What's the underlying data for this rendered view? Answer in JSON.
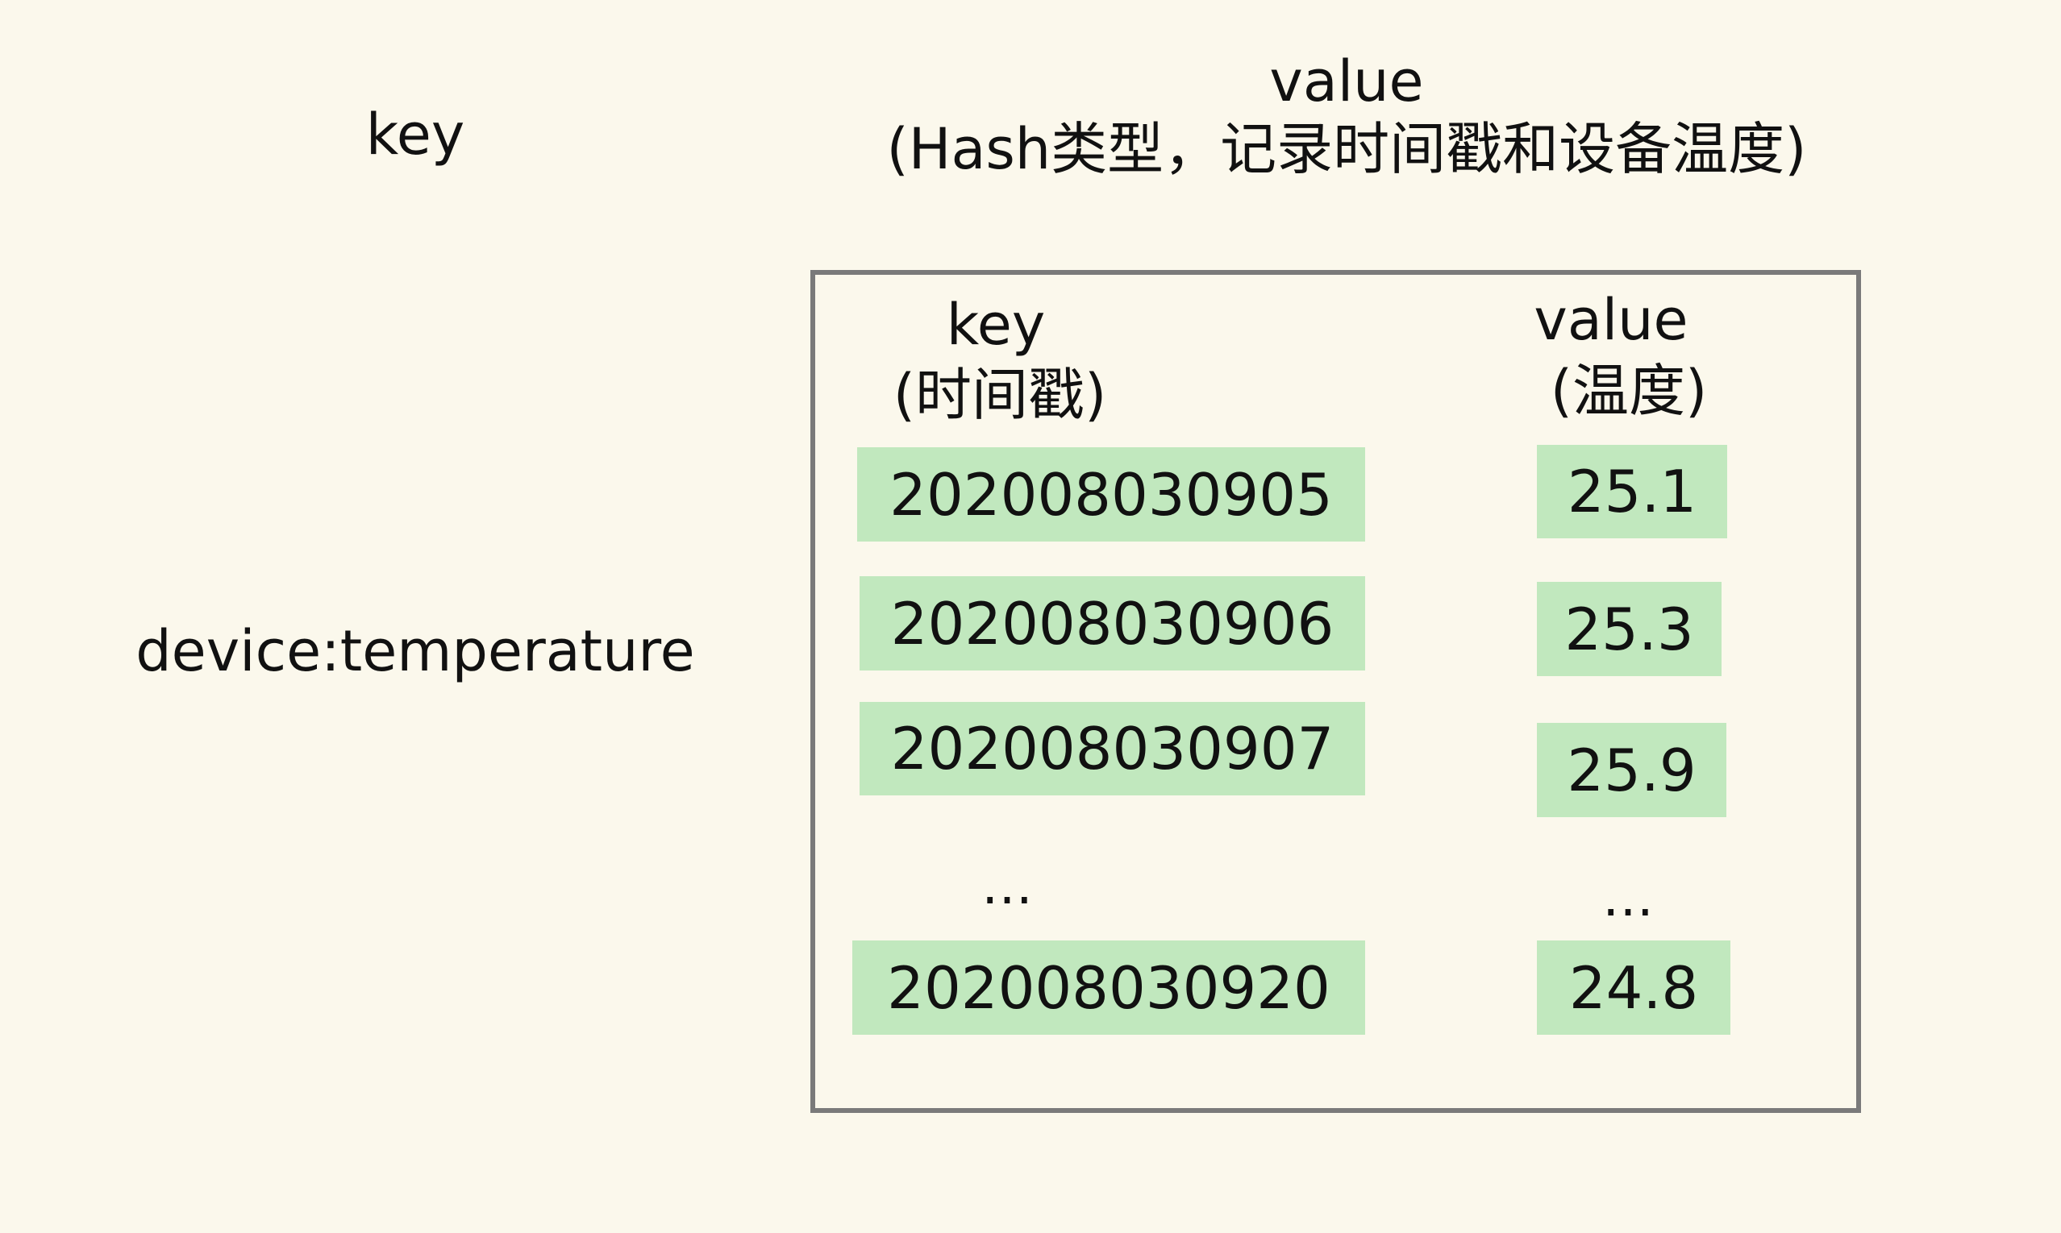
{
  "outer": {
    "key_header": "key",
    "value_header": "value",
    "value_subheader": "(Hash类型，记录时间戳和设备温度)",
    "key_name": "device:temperature"
  },
  "hash": {
    "field_header": "key",
    "field_subheader": "(时间戳)",
    "value_header": "value",
    "value_subheader": "(温度)",
    "rows": [
      {
        "key": "202008030905",
        "value": "25.1"
      },
      {
        "key": "202008030906",
        "value": "25.3"
      },
      {
        "key": "202008030907",
        "value": "25.9"
      },
      {
        "key": "…",
        "value": "…"
      },
      {
        "key": "202008030920",
        "value": "24.8"
      }
    ]
  },
  "colors": {
    "background": "#fbf8ec",
    "cell_fill": "#c1e8be",
    "box_border": "#7a7a7a",
    "text": "#111111"
  }
}
